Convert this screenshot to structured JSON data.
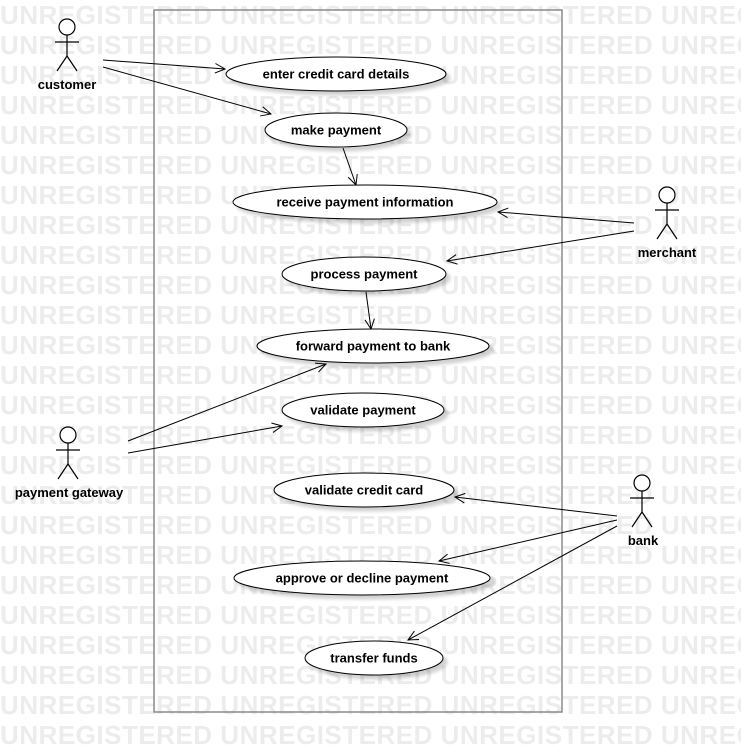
{
  "watermark": "UNREGISTERED",
  "actors": [
    {
      "id": "customer",
      "label": "customer"
    },
    {
      "id": "merchant",
      "label": "merchant"
    },
    {
      "id": "payment_gateway",
      "label": "payment gateway"
    },
    {
      "id": "bank",
      "label": "bank"
    }
  ],
  "use_cases": [
    {
      "id": "enter_cc",
      "label": "enter credit card details"
    },
    {
      "id": "make_payment",
      "label": "make payment"
    },
    {
      "id": "receive_info",
      "label": "receive payment information"
    },
    {
      "id": "process_payment",
      "label": "process payment"
    },
    {
      "id": "forward_bank",
      "label": "forward payment to bank"
    },
    {
      "id": "validate_payment",
      "label": "validate payment"
    },
    {
      "id": "validate_cc",
      "label": "validate credit card"
    },
    {
      "id": "approve_decline",
      "label": "approve or decline payment"
    },
    {
      "id": "transfer_funds",
      "label": "transfer funds"
    }
  ],
  "associations": [
    {
      "from": "customer",
      "to": "enter_cc"
    },
    {
      "from": "customer",
      "to": "make_payment"
    },
    {
      "from": "make_payment",
      "to": "receive_info"
    },
    {
      "from": "merchant",
      "to": "receive_info"
    },
    {
      "from": "merchant",
      "to": "process_payment"
    },
    {
      "from": "process_payment",
      "to": "forward_bank"
    },
    {
      "from": "payment_gateway",
      "to": "forward_bank"
    },
    {
      "from": "payment_gateway",
      "to": "validate_payment"
    },
    {
      "from": "bank",
      "to": "validate_cc"
    },
    {
      "from": "bank",
      "to": "approve_decline"
    },
    {
      "from": "bank",
      "to": "transfer_funds"
    }
  ]
}
